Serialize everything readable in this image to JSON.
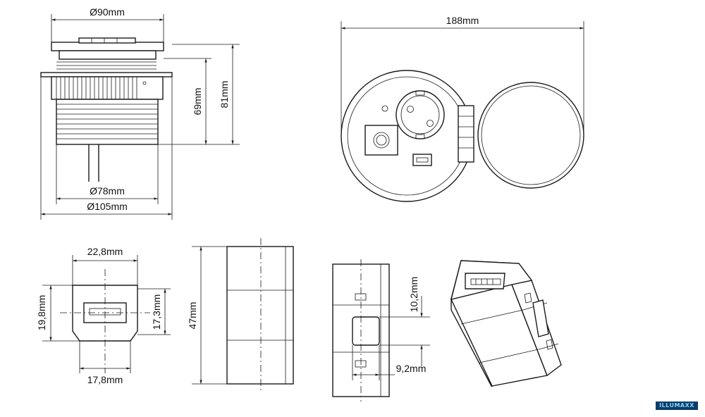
{
  "dimensions": {
    "d90": "Ø90mm",
    "h69": "69mm",
    "h81": "81mm",
    "d78": "Ø78mm",
    "d105": "Ø105mm",
    "w188": "188mm",
    "w22_8": "22,8mm",
    "h19_8": "19,8mm",
    "h17_3": "17,3mm",
    "w17_8": "17,8mm",
    "h47": "47mm",
    "h10_2": "10,2mm",
    "w9_2": "9,2mm"
  },
  "logo": "ILLUMAXX",
  "colors": {
    "line": "#1a1a1a",
    "logo_bg": "#0f3c66",
    "logo_text": "#7fd4ff"
  }
}
